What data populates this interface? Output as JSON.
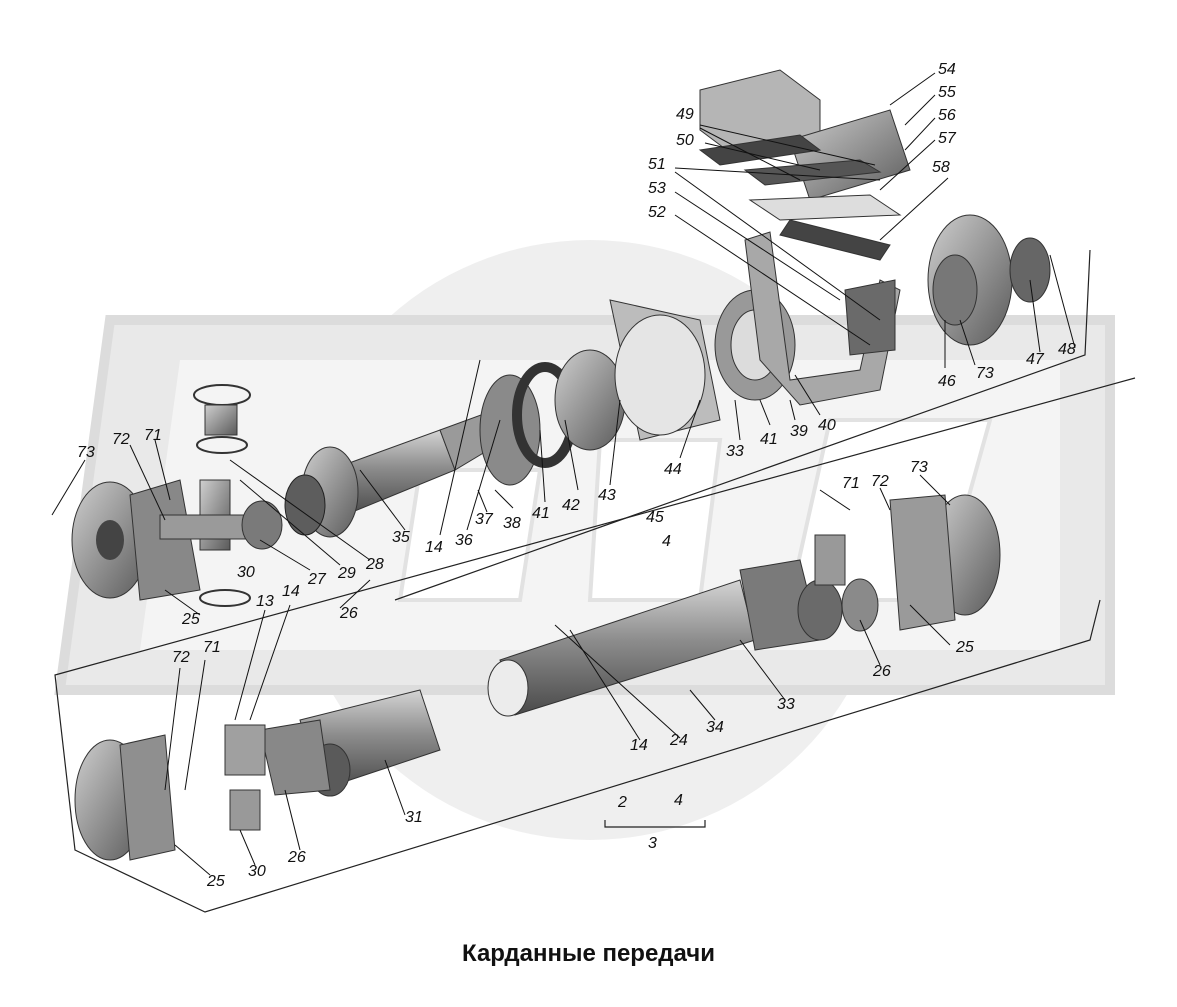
{
  "caption": "Карданные передачи",
  "callouts": [
    "2",
    "3",
    "4",
    "13",
    "14",
    "24",
    "25",
    "26",
    "27",
    "28",
    "29",
    "30",
    "31",
    "33",
    "34",
    "35",
    "36",
    "37",
    "38",
    "39",
    "40",
    "41",
    "42",
    "43",
    "44",
    "45",
    "46",
    "47",
    "48",
    "49",
    "50",
    "51",
    "52",
    "53",
    "54",
    "55",
    "56",
    "57",
    "58",
    "71",
    "72",
    "73"
  ]
}
